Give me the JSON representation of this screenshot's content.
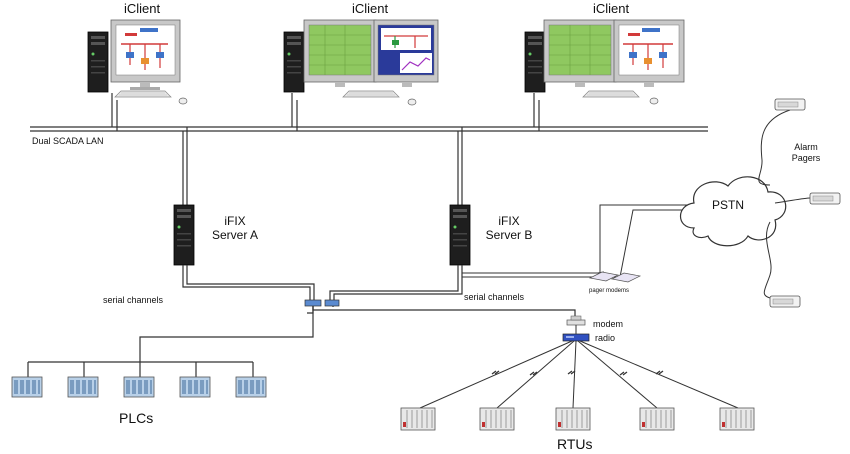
{
  "lan": {
    "label": "Dual SCADA LAN"
  },
  "clients": [
    {
      "label": "iClient"
    },
    {
      "label": "iClient"
    },
    {
      "label": "iClient"
    }
  ],
  "servers": [
    {
      "name": "iFIX",
      "sub": "Server A"
    },
    {
      "name": "iFIX",
      "sub": "Server B"
    }
  ],
  "serial": {
    "left": "serial channels",
    "right": "serial channels"
  },
  "pstn": {
    "label": "PSTN"
  },
  "pager_modems": {
    "label": "pager modems"
  },
  "alarm_pagers": {
    "line1": "Alarm",
    "line2": "Pagers"
  },
  "radio_stack": {
    "modem": "modem",
    "radio": "radio"
  },
  "groups": {
    "plcs": "PLCs",
    "rtus": "RTUs"
  },
  "colors": {
    "tower": "#1e1e1e",
    "monitor_bezel": "#c8c8c8",
    "screen_green": "#8fc860",
    "screen_blue": "#2a3a9a",
    "cable": "#333333",
    "plc_blue": "#b8d0e8",
    "rtu_red": "#c03030",
    "radio_blue": "#3050c0"
  }
}
